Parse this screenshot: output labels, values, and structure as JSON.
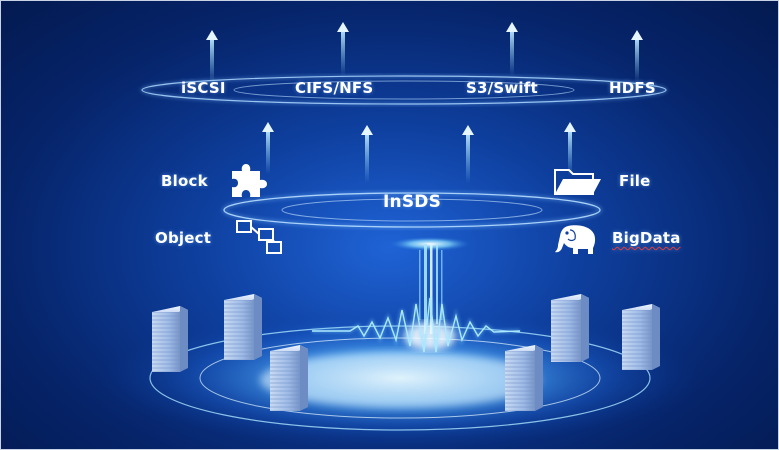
{
  "protocols": {
    "iscsi": "iSCSI",
    "cifs_nfs": "CIFS/NFS",
    "s3_swift": "S3/Swift",
    "hdfs": "HDFS"
  },
  "core": {
    "title": "InSDS"
  },
  "storage_types": {
    "block": "Block",
    "object": "Object",
    "file": "File",
    "bigdata": "BigData"
  },
  "icons": {
    "block": "puzzle-icon",
    "object": "object-nodes-icon",
    "file": "folder-icon",
    "bigdata": "elephant-icon",
    "server": "server-rack-icon"
  },
  "colors": {
    "background": "#0e3f9e",
    "glow": "#7fd8ff",
    "label": "#ffffff"
  }
}
